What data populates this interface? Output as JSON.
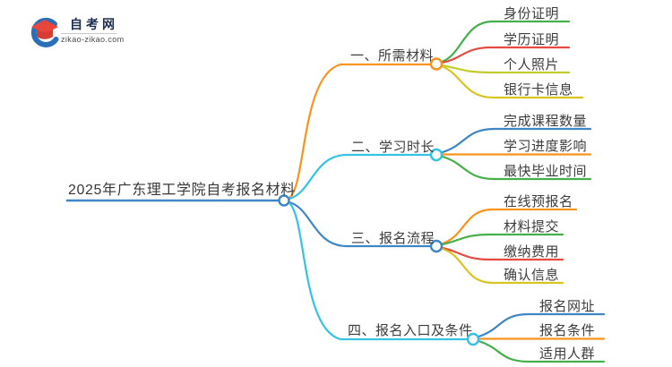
{
  "logo": {
    "title": "自考网",
    "domain": "zikao-zikao.com"
  },
  "palette": {
    "root_blue": "#3e86c6",
    "cyan": "#35c3e3",
    "orange": "#f7941d",
    "green": "#45b049",
    "red": "#e64a41",
    "olive": "#c3cc2d",
    "yellow": "#d8c521",
    "text": "#3d3d3d",
    "logo_navy": "#1d2c4d",
    "logo_red": "#e8453c",
    "logo_blue": "#2a6fb8"
  },
  "mindmap": {
    "root": {
      "label": "2025年广东理工学院自考报名材料",
      "color": "#3e86c6"
    },
    "branches": [
      {
        "label": "一、所需材料",
        "color": "#f7941d",
        "children": [
          {
            "label": "身份证明",
            "color": "#45b049"
          },
          {
            "label": "学历证明",
            "color": "#e64a41"
          },
          {
            "label": "个人照片",
            "color": "#c3cc2d"
          },
          {
            "label": "银行卡信息",
            "color": "#d8c521"
          }
        ]
      },
      {
        "label": "二、学习时长",
        "color": "#35c3e3",
        "children": [
          {
            "label": "完成课程数量",
            "color": "#3e86c6"
          },
          {
            "label": "学习进度影响",
            "color": "#f7941d"
          },
          {
            "label": "最快毕业时间",
            "color": "#45b049"
          }
        ]
      },
      {
        "label": "三、报名流程",
        "color": "#3e86c6",
        "children": [
          {
            "label": "在线预报名",
            "color": "#f7941d"
          },
          {
            "label": "材料提交",
            "color": "#45b049"
          },
          {
            "label": "缴纳费用",
            "color": "#e64a41"
          },
          {
            "label": "确认信息",
            "color": "#d8c521"
          }
        ]
      },
      {
        "label": "四、报名入口及条件",
        "color": "#35c3e3",
        "children": [
          {
            "label": "报名网址",
            "color": "#3e86c6"
          },
          {
            "label": "报名条件",
            "color": "#f7941d"
          },
          {
            "label": "适用人群",
            "color": "#45b049"
          }
        ]
      }
    ]
  }
}
